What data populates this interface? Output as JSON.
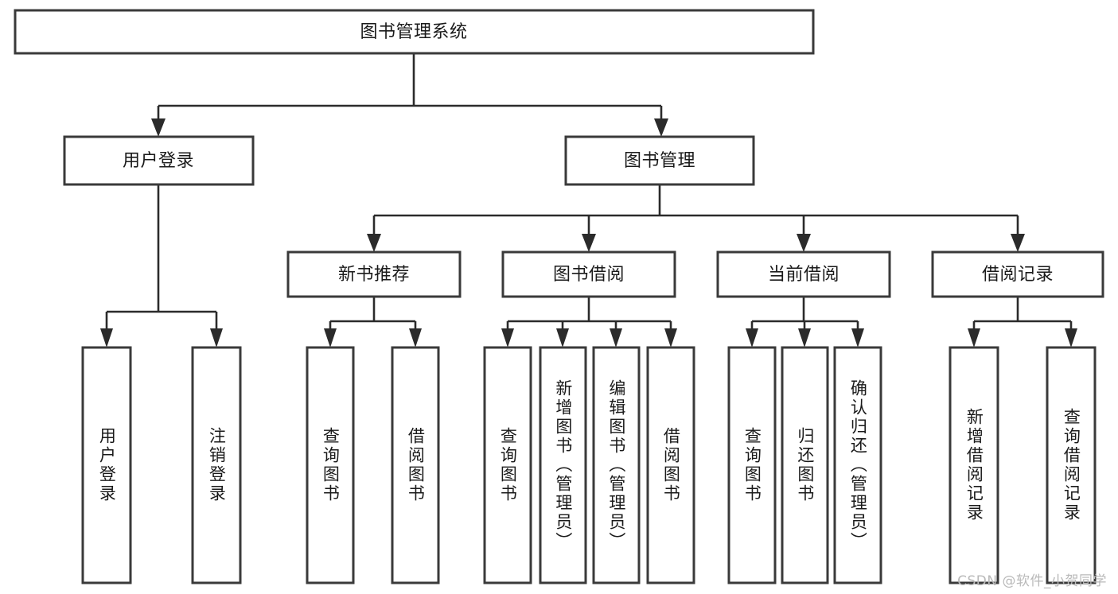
{
  "diagram": {
    "type": "tree-hierarchy",
    "title": "图书管理系统",
    "orientation": "top-down",
    "style": {
      "box_fill": "#ffffff",
      "box_stroke": "#3a3a3a",
      "connector_color": "#2b2b2b",
      "text_color": "#1a1a1a",
      "background": "#ffffff"
    },
    "root": {
      "label": "图书管理系统"
    },
    "level2": [
      {
        "label": "用户登录"
      },
      {
        "label": "图书管理"
      }
    ],
    "level3": [
      {
        "label": "新书推荐"
      },
      {
        "label": "图书借阅"
      },
      {
        "label": "当前借阅"
      },
      {
        "label": "借阅记录"
      }
    ],
    "leaves": {
      "user_login": [
        {
          "label": "用户登录"
        },
        {
          "label": "注销登录"
        }
      ],
      "new_book_recommend": [
        {
          "label": "查询图书"
        },
        {
          "label": "借阅图书"
        }
      ],
      "book_borrow": [
        {
          "label": "查询图书"
        },
        {
          "label": "新增图书（管理员）"
        },
        {
          "label": "编辑图书（管理员）"
        },
        {
          "label": "借阅图书"
        }
      ],
      "current_borrow": [
        {
          "label": "查询图书"
        },
        {
          "label": "归还图书"
        },
        {
          "label": "确认归还（管理员）"
        }
      ],
      "borrow_record": [
        {
          "label": "新增借阅记录"
        },
        {
          "label": "查询借阅记录"
        }
      ]
    }
  },
  "watermark": {
    "text": "CSDN @软件_小贺同学"
  }
}
